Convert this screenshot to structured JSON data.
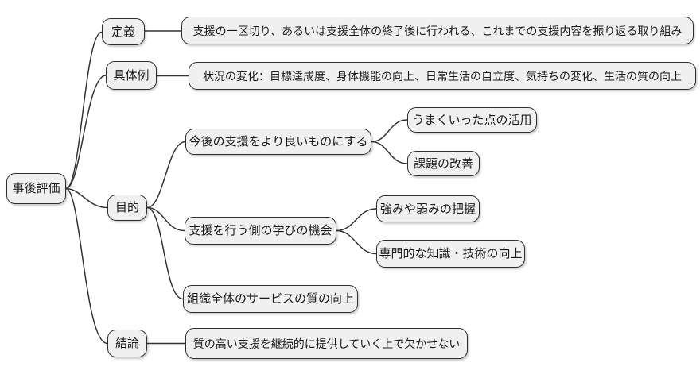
{
  "diagram": {
    "type": "mindmap",
    "colors": {
      "background": "#ffffff",
      "node_fill": "#f0f0f0",
      "node_border": "#2f2f2f",
      "line": "#333333",
      "text": "#1a1a1a"
    },
    "root": {
      "label": "事後評価"
    },
    "branches": [
      {
        "label": "定義",
        "detail": "支援の一区切り、あるいは支援全体の終了後に行われる、これまでの支援内容を振り返る取り組み"
      },
      {
        "label": "具体例",
        "detail": "状況の変化：目標達成度、身体機能の向上、日常生活の自立度、気持ちの変化、生活の質の向上"
      },
      {
        "label": "目的",
        "children": [
          {
            "label": "今後の支援をより良いものにする",
            "children": [
              {
                "label": "うまくいった点の活用"
              },
              {
                "label": "課題の改善"
              }
            ]
          },
          {
            "label": "支援を行う側の学びの機会",
            "children": [
              {
                "label": "強みや弱みの把握"
              },
              {
                "label": "専門的な知識・技術の向上"
              }
            ]
          },
          {
            "label": "組織全体のサービスの質の向上"
          }
        ]
      },
      {
        "label": "結論",
        "detail": "質の高い支援を継続的に提供していく上で欠かせない"
      }
    ]
  }
}
